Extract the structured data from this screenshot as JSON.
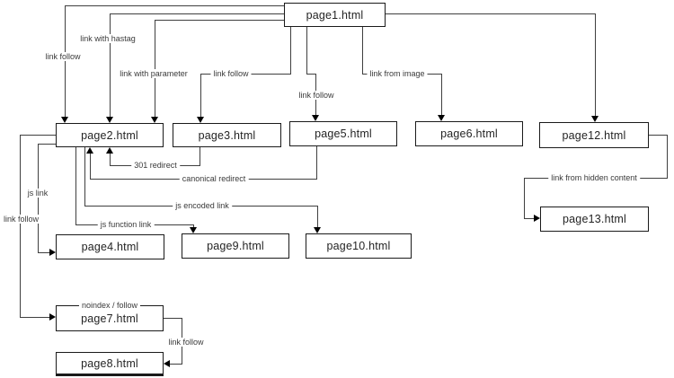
{
  "diagram": {
    "nodes": {
      "page1": {
        "label": "page1.html"
      },
      "page2": {
        "label": "page2.html"
      },
      "page3": {
        "label": "page3.html"
      },
      "page4": {
        "label": "page4.html"
      },
      "page5": {
        "label": "page5.html"
      },
      "page6": {
        "label": "page6.html"
      },
      "page7": {
        "label": "page7.html"
      },
      "page8": {
        "label": "page8.html"
      },
      "page9": {
        "label": "page9.html"
      },
      "page10": {
        "label": "page10.html"
      },
      "page12": {
        "label": "page12.html"
      },
      "page13": {
        "label": "page13.html"
      }
    },
    "edges": {
      "follow_p1_p2": {
        "label": "link follow",
        "from": "page1",
        "to": "page2"
      },
      "hastag_p1_p2": {
        "label": "link with hastag",
        "from": "page1",
        "to": "page2"
      },
      "param_p1_p2": {
        "label": "link with parameter",
        "from": "page1",
        "to": "page2"
      },
      "follow_p1_p3": {
        "label": "link follow",
        "from": "page1",
        "to": "page3"
      },
      "follow_p1_p5": {
        "label": "link follow",
        "from": "page1",
        "to": "page5"
      },
      "image_p1_p6": {
        "label": "link from image",
        "from": "page1",
        "to": "page6"
      },
      "plain_p1_p12": {
        "label": "",
        "from": "page1",
        "to": "page12"
      },
      "redirect301_p3_p2": {
        "label": "301 redirect",
        "from": "page3",
        "to": "page2"
      },
      "canonical_p5_p2": {
        "label": "canonical redirect",
        "from": "page5",
        "to": "page2"
      },
      "jslink_p2_p4": {
        "label": "js link",
        "from": "page2",
        "to": "page4"
      },
      "follow_p2_p7": {
        "label": "link follow",
        "from": "page2",
        "to": "page7"
      },
      "jsfunction_p2_p9": {
        "label": "js function link",
        "from": "page2",
        "to": "page9"
      },
      "jsencoded_p2_p10": {
        "label": "js encoded link",
        "from": "page2",
        "to": "page10"
      },
      "hidden_p12_p13": {
        "label": "link from hidden content",
        "from": "page12",
        "to": "page13"
      },
      "follow_p7_p8": {
        "label": "link follow",
        "from": "page7",
        "to": "page8"
      }
    },
    "annotations": {
      "noindex_p7": {
        "label": "noindex / follow",
        "on": "page7"
      }
    },
    "colors": {
      "background": "#ffffff",
      "line": "#3f3f3f",
      "box_border": "#1a1a1a",
      "text": "#2b2b2b"
    }
  }
}
